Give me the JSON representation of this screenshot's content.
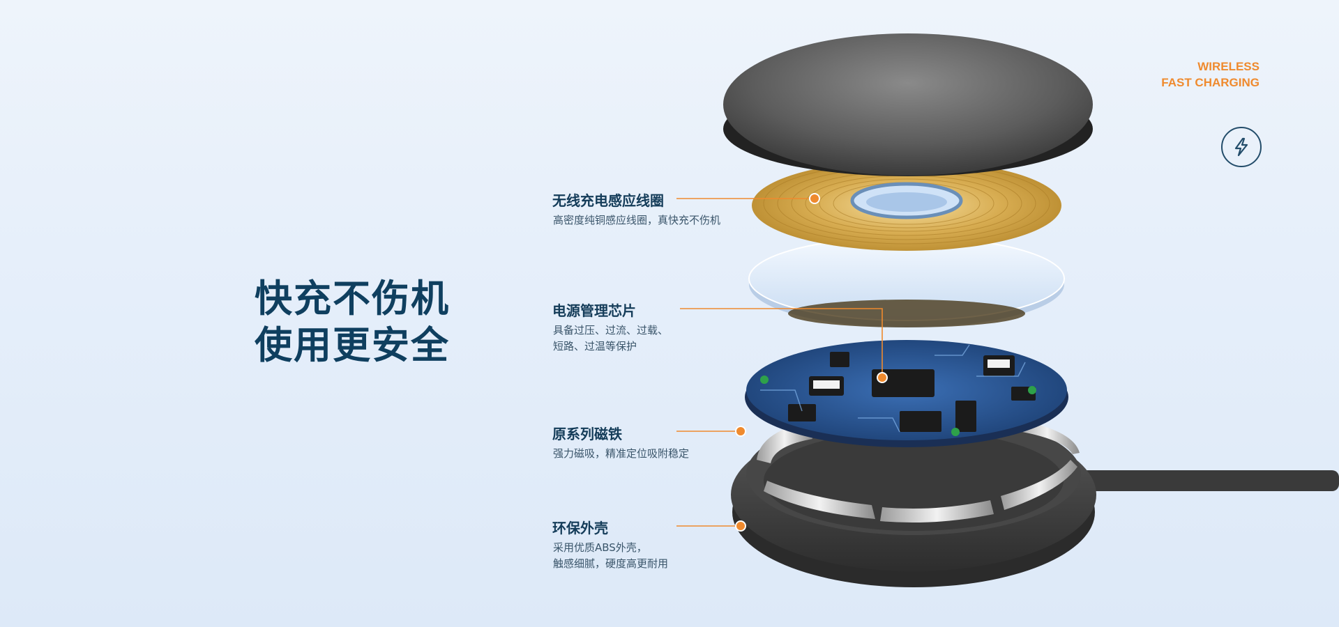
{
  "headline": {
    "line1": "快充不伤机",
    "line2": "使用更安全"
  },
  "brand_tag": {
    "line1": "WIRELESS",
    "line2": "FAST CHARGING",
    "color": "#ef8a2e"
  },
  "icons": {
    "badge": "lightning-bolt-icon"
  },
  "components": [
    {
      "title": "无线充电感应线圈",
      "desc": [
        "高密度纯铜感应线圈，真快充不伤机"
      ]
    },
    {
      "title": "电源管理芯片",
      "desc": [
        "具备过压、过流、过载、",
        "短路、过温等保护"
      ]
    },
    {
      "title": "原系列磁铁",
      "desc": [
        "强力磁吸，精准定位吸附稳定"
      ]
    },
    {
      "title": "环保外壳",
      "desc": [
        "采用优质ABS外壳，",
        "触感细腻，硬度高更耐用"
      ]
    }
  ],
  "colors": {
    "accent": "#ef8a2e",
    "heading": "#0f3f5f",
    "background": "#e6effa"
  }
}
